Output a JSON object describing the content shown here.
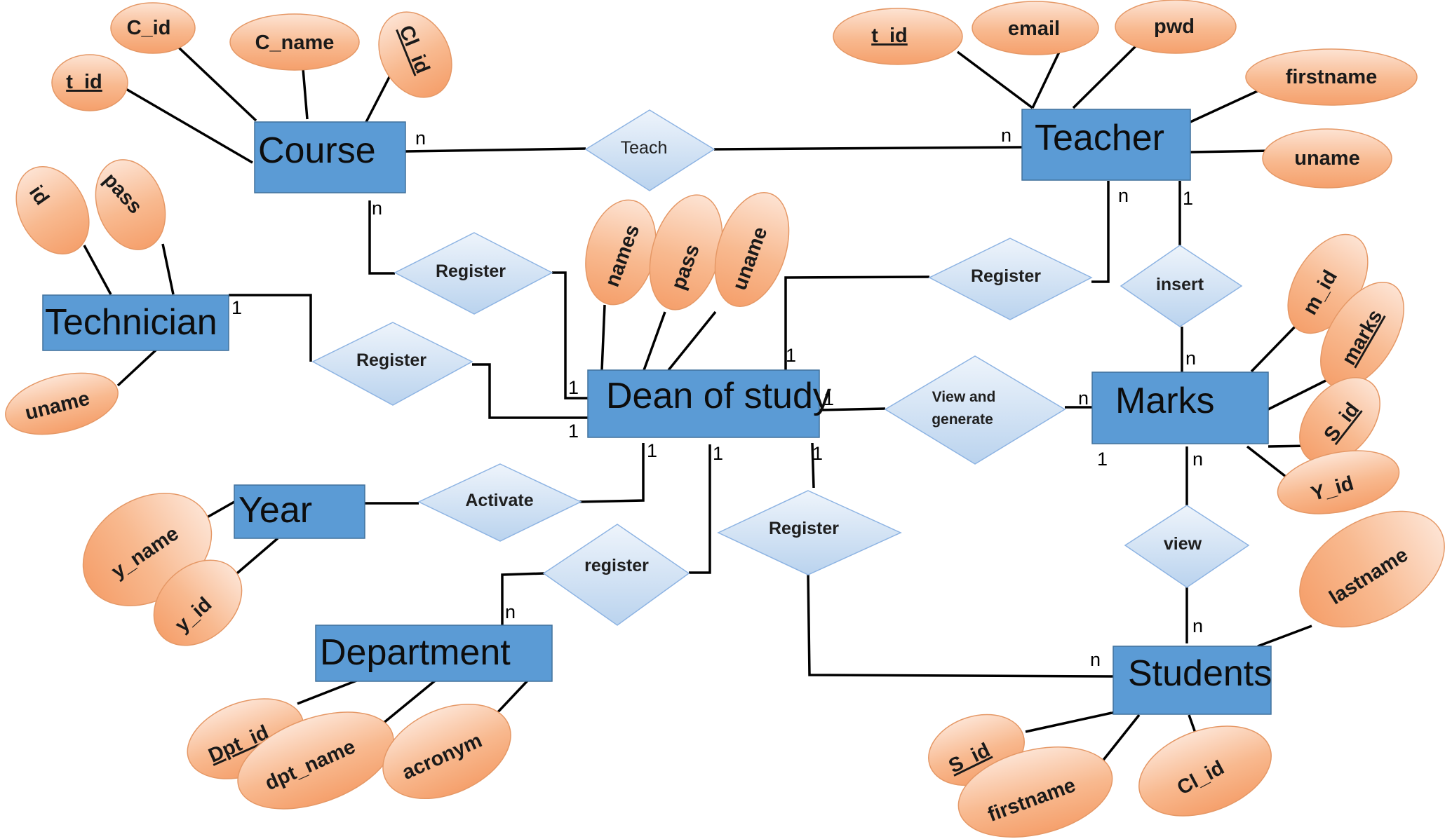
{
  "entities": {
    "course": "Course",
    "teacher": "Teacher",
    "technician": "Technician",
    "dean": "Dean of study",
    "marks": "Marks",
    "year": "Year",
    "department": "Department",
    "students": "Students"
  },
  "relationships": {
    "teach": "Teach",
    "register_course": "Register",
    "register_teacher": "Register",
    "register_technician": "Register",
    "insert": "insert",
    "view_generate_line1": "View and",
    "view_generate_line2": "generate",
    "activate": "Activate",
    "register_department": "register",
    "register_students": "Register",
    "view": "view"
  },
  "attributes": {
    "course": {
      "c_id": "C_id",
      "c_name": "C_name",
      "cl_id": "Cl_id",
      "t_id": "t_id"
    },
    "teacher": {
      "t_id": "t_id",
      "email": "email",
      "pwd": "pwd",
      "firstname": "firstname",
      "uname": "uname"
    },
    "technician": {
      "id": "id",
      "pass": "pass",
      "uname": "uname"
    },
    "dean": {
      "names": "names",
      "pass": "pass",
      "uname": "uname"
    },
    "marks": {
      "m_id": "m_id",
      "marks": "marks",
      "s_id": "S_id",
      "y_id": "Y_id"
    },
    "year": {
      "y_name": "y_name",
      "y_id": "y_id"
    },
    "department": {
      "dpt_id": "Dpt_id",
      "dpt_name": "dpt_name",
      "acronym": "acronym"
    },
    "students": {
      "lastname": "lastname",
      "s_id": "S_id",
      "firstname": "firstname",
      "cl_id": "Cl_id"
    }
  },
  "cardinalities": {
    "course_teach": "n",
    "teacher_teach": "n",
    "course_register": "n",
    "dean_register_course": "1",
    "technician_register": "1",
    "dean_register_technician": "1",
    "teacher_register": "n",
    "dean_register_teacher": "1",
    "teacher_insert": "1",
    "marks_insert": "n",
    "dean_view_generate": "1",
    "marks_view_generate": "n",
    "marks_side": "1",
    "marks_view": "n",
    "students_view": "n",
    "dean_activate": "1",
    "dean_register_department": "1",
    "department_register": "n",
    "dean_register_students": "1",
    "students_register": "n"
  }
}
